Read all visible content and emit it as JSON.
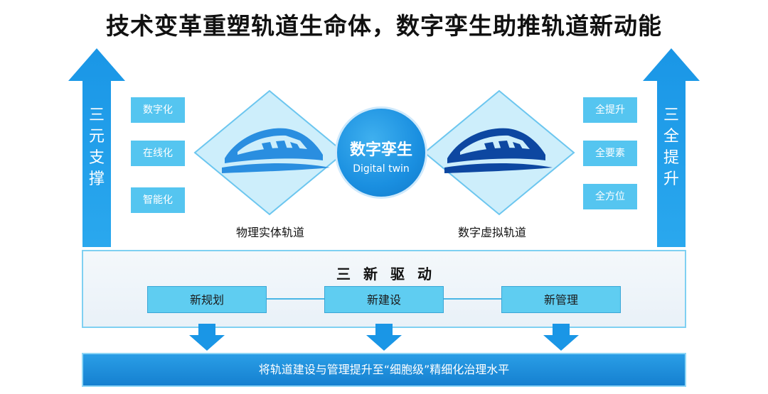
{
  "title": "技术变革重塑轨道生命体，数字孪生助推轨道新动能",
  "left_column": {
    "arrow_label": [
      "三",
      "元",
      "支",
      "撑"
    ],
    "tags": [
      "数字化",
      "在线化",
      "智能化"
    ]
  },
  "right_column": {
    "arrow_label": [
      "三",
      "全",
      "提",
      "升"
    ],
    "tags": [
      "全提升",
      "全要素",
      "全方位"
    ]
  },
  "center": {
    "physical_caption": "物理实体轨道",
    "virtual_caption": "数字虚拟轨道",
    "twin_title": "数字孪生",
    "twin_subtitle": "Digital twin"
  },
  "drive": {
    "title": "三新驱动",
    "items": [
      "新规划",
      "新建设",
      "新管理"
    ]
  },
  "bottom_text": "将轨道建设与管理提升至“细胞级”精细化治理水平",
  "colors": {
    "arrow_blue": "#1a96e6",
    "tag_cyan": "#55c5f0",
    "diamond_fill": "#cdeefb",
    "train_light": "#2a8ee0",
    "train_dark": "#0d47a1"
  }
}
